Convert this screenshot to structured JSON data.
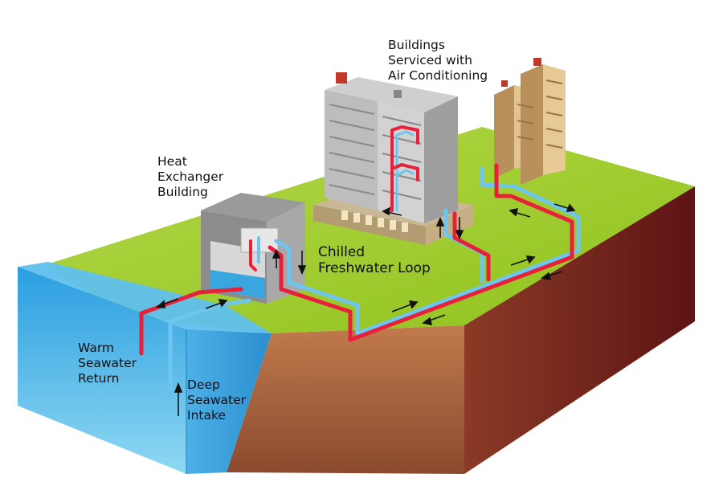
{
  "labels": {
    "buildings": [
      "Buildings",
      "Serviced with",
      "Air Conditioning"
    ],
    "heat_exchanger": [
      "Heat",
      "Exchanger",
      "Building"
    ],
    "chilled_loop": [
      "Chilled",
      "Freshwater Loop"
    ],
    "warm_return": [
      "Warm",
      "Seawater",
      "Return"
    ],
    "deep_intake": [
      "Deep",
      "Seawater",
      "Intake"
    ]
  },
  "colors": {
    "ground_top": "#9cc92a",
    "ground_front": "#8e5a3a",
    "ground_side": "#6e1f1a",
    "water": "#3aa6e0",
    "warm_pipe": "#e8203a",
    "cold_pipe": "#6ec6f0",
    "building_gray": "#b9b9b9",
    "building_tan": "#d9b98a"
  },
  "icons": [
    "arrow-right",
    "arrow-left",
    "arrow-up",
    "arrow-down"
  ]
}
